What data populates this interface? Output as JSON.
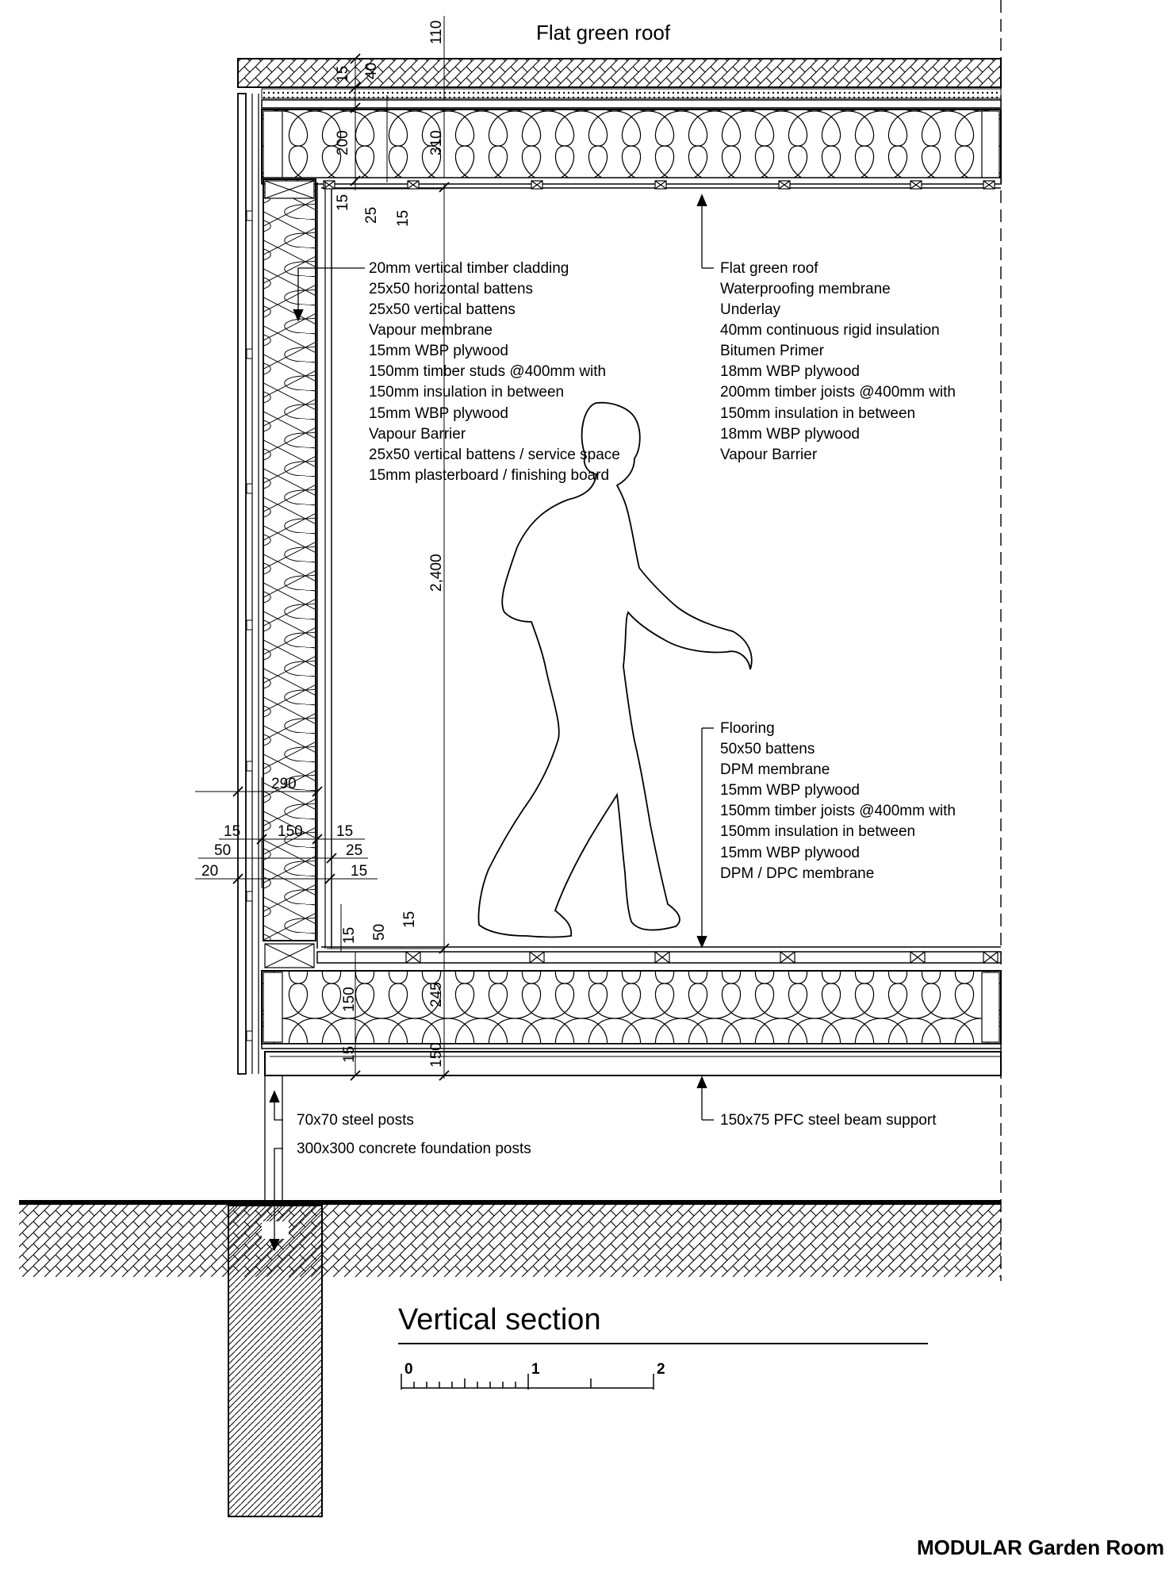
{
  "roof_heading": "Flat green roof",
  "wall_notes": [
    "20mm vertical timber cladding",
    "25x50 horizontal battens",
    "25x50 vertical battens",
    "Vapour membrane",
    "15mm WBP plywood",
    "150mm timber studs @400mm with",
    "150mm insulation in between",
    "15mm WBP plywood",
    "Vapour Barrier",
    "25x50 vertical battens / service space",
    "15mm plasterboard / finishing board"
  ],
  "roof_notes": [
    "Flat green roof",
    "Waterproofing membrane",
    "Underlay",
    "40mm continuous rigid insulation",
    "Bitumen Primer",
    "18mm WBP plywood",
    "200mm timber joists @400mm with",
    "150mm insulation in between",
    "18mm WBP plywood",
    "Vapour Barrier"
  ],
  "floor_notes": [
    "Flooring",
    "50x50 battens",
    "DPM membrane",
    "15mm WBP plywood",
    "150mm timber joists @400mm with",
    "150mm insulation in between",
    "15mm WBP plywood",
    "DPM / DPC membrane"
  ],
  "support_notes": {
    "steel_posts": "70x70 steel posts",
    "foundation": "300x300 concrete foundation posts",
    "beam": "150x75 PFC steel beam support"
  },
  "dimensions": {
    "d110": "110",
    "d15_top": "15",
    "d40": "40",
    "d200": "200",
    "d310": "310",
    "d15_a": "15",
    "d25_a": "25",
    "d15_b": "15",
    "d2400": "2,400",
    "d290": "290",
    "d15_l": "15",
    "d150_w": "150",
    "d15_r": "15",
    "d50_l": "50",
    "d25_r": "25",
    "d20_l": "20",
    "d15_r2": "15",
    "d15_f1": "15",
    "d50_f": "50",
    "d15_f2": "15",
    "d150_f": "150",
    "d245": "245",
    "d15_f3": "15",
    "d150_b": "150"
  },
  "section_title": "Vertical section",
  "scale_labels": [
    "0",
    "1",
    "2"
  ],
  "brand": "MODULAR Garden Room"
}
